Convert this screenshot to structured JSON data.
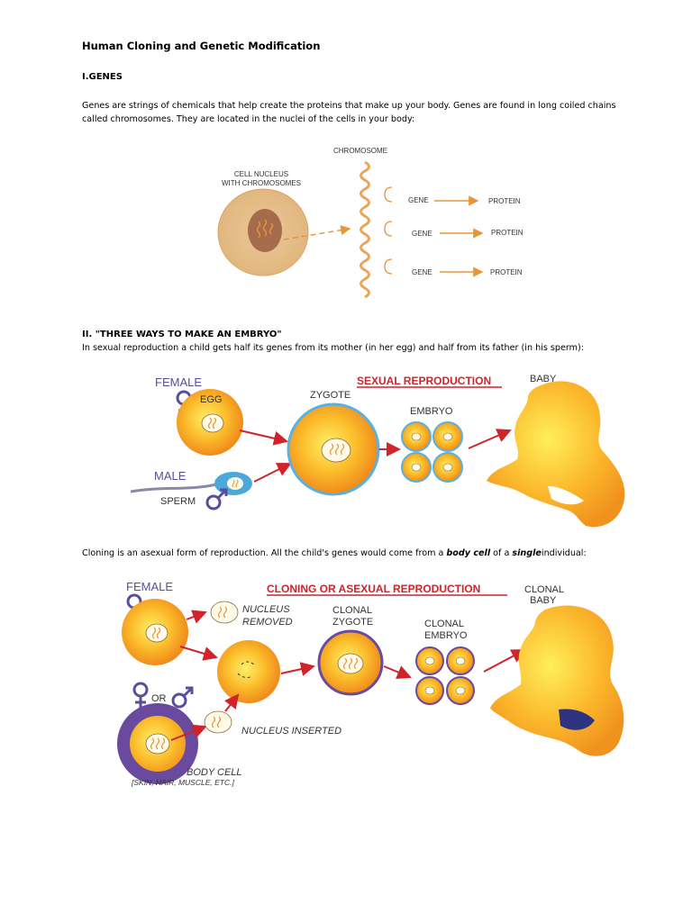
{
  "title": "Human Cloning and Genetic Modification",
  "section1": {
    "heading": "I.GENES",
    "paragraph": "Genes are strings of chemicals that help create the proteins that make up your body. Genes are found in long coiled chains called chromosomes. They are located in the nuclei of the cells in your body:"
  },
  "diagram1": {
    "cell_label_line1": "CELL NUCLEUS",
    "cell_label_line2": "WITH CHROMOSOMES",
    "chromosome_label": "CHROMOSOME",
    "gene_label": "GENE",
    "protein_label": "PROTEIN"
  },
  "section2": {
    "heading": "II. \"THREE WAYS TO MAKE AN EMBRYO\"",
    "paragraph": "In sexual reproduction a child gets half its genes from its mother (in her egg) and half from its father (in his sperm):"
  },
  "diagram2": {
    "title": "SEXUAL REPRODUCTION",
    "female": "FEMALE",
    "egg": "EGG",
    "male": "MALE",
    "sperm": "SPERM",
    "zygote": "ZYGOTE",
    "embryo": "EMBRYO",
    "baby": "BABY"
  },
  "section3": {
    "para_part1": "Cloning is an asexual form of reproduction. All the child's genes would come from a ",
    "para_em1": "body cell",
    "para_part2": " of a ",
    "para_em2": "single",
    "para_part3": "individual:"
  },
  "diagram3": {
    "title": "CLONING OR ASEXUAL REPRODUCTION",
    "female": "FEMALE",
    "nucleus_removed_line1": "NUCLEUS",
    "nucleus_removed_line2": "REMOVED",
    "or": "OR",
    "nucleus_inserted": "NUCLEUS INSERTED",
    "body_cell": "BODY CELL",
    "body_cell_examples": "[SKIN, HAIR, MUSCLE, ETC.]",
    "clonal_zygote_line1": "CLONAL",
    "clonal_zygote_line2": "ZYGOTE",
    "clonal_embryo_line1": "CLONAL",
    "clonal_embryo_line2": "EMBRYO",
    "clonal_baby_line1": "CLONAL",
    "clonal_baby_line2": "BABY"
  }
}
